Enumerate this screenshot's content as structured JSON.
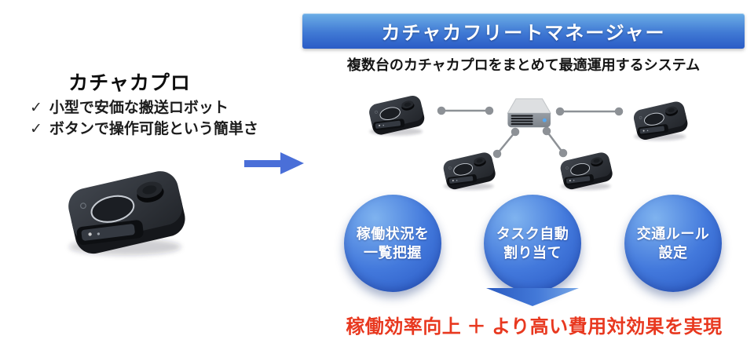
{
  "left_panel": {
    "title": "カチャカプロ",
    "bullets": [
      {
        "marker": "✓",
        "text": "小型で安価な搬送ロボット"
      },
      {
        "marker": "✓",
        "text": "ボタンで操作可能という簡単さ"
      }
    ],
    "robot_icon": "kachaka-pro-robot-icon"
  },
  "flow_arrow": {
    "direction": "right",
    "color": "#4a6fd8"
  },
  "right_panel": {
    "header_title": "カチャカフリートマネージャー",
    "subtitle": "複数台のカチャカプロをまとめて最適運用するシステム",
    "diagram": {
      "hub_icon": "fleet-server-icon",
      "robot_icon": "transport-robot-icon",
      "robot_count": 4
    },
    "features": [
      {
        "line1": "稼働状況を",
        "line2": "一覧把握"
      },
      {
        "line1": "タスク自動",
        "line2": "割り当て"
      },
      {
        "line1": "交通ルール",
        "line2": "設定"
      }
    ],
    "conclusion": "稼働効率向上 ＋ より高い費用対効果を実現"
  },
  "colors": {
    "header_gradient_top": "#6caee6",
    "header_gradient_bottom": "#2a5cc6",
    "feature_circle_blue": "#4379dc",
    "arrow_blue": "#4a6fd8",
    "conclusion_red": "#e8381f",
    "connector_gray": "#8d9196"
  }
}
